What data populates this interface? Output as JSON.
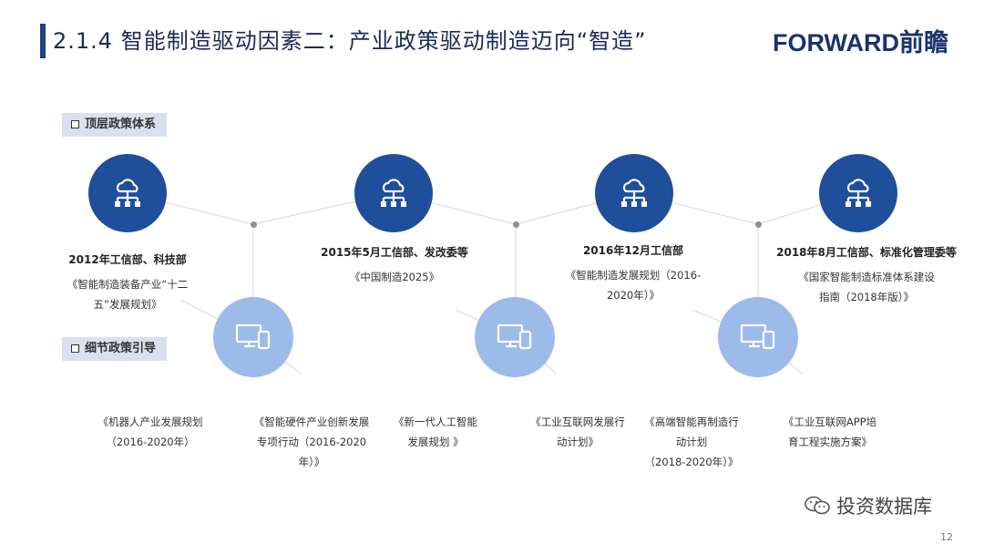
{
  "header": {
    "title": "2.1.4 智能制造驱动因素二：产业政策驱动制造迈向“智造”",
    "logo": "FORWARD前瞻"
  },
  "sections": {
    "top": "顶层政策体系",
    "detail": "细节政策引导"
  },
  "top_policies": [
    {
      "issuer": "2012年工信部、科技部",
      "doc_line1": "《智能制造装备产业“十二",
      "doc_line2": "五”发展规划》"
    },
    {
      "issuer": "2015年5月工信部、发改委等",
      "doc_line1": "《中国制造2025》",
      "doc_line2": ""
    },
    {
      "issuer": "2016年12月工信部",
      "doc_line1": "《智能制造发展规划（2016-",
      "doc_line2": "2020年）》"
    },
    {
      "issuer": "2018年8月工信部、标准化管理委等",
      "doc_line1": "《国家智能制造标准体系建设",
      "doc_line2": "指南（2018年版）》"
    }
  ],
  "detail_policies": [
    {
      "line1": "《机器人产业发展规划",
      "line2": "（2016-2020年）",
      "line3": ""
    },
    {
      "line1": "《智能硬件产业创新发展",
      "line2": "专项行动（2016-2020",
      "line3": "年）》"
    },
    {
      "line1": "《新一代人工智能",
      "line2": "发展规划 》",
      "line3": ""
    },
    {
      "line1": "《工业互联网发展行",
      "line2": "动计划》",
      "line3": ""
    },
    {
      "line1": "《高端智能再制造行",
      "line2": "动计划",
      "line3": "（2018-2020年）》"
    },
    {
      "line1": "《工业互联网APP培",
      "line2": "育工程实施方案》",
      "line3": ""
    }
  ],
  "icons": {
    "top": "cloud-network-icon",
    "detail": "devices-icon"
  },
  "colors": {
    "dark_circle": "#1f4e9a",
    "light_circle": "#9cbbe9",
    "label_bg": "#d9e1f0",
    "title": "#1a2a57"
  },
  "footer": {
    "wechat": "投资数据库",
    "page": "12"
  }
}
